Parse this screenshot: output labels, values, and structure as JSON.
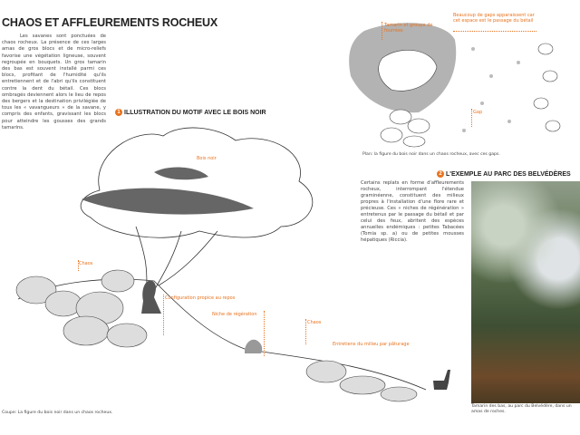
{
  "title": "CHAOS ET AFFLEUREMENTS ROCHEUX",
  "intro": "Les savanes sont ponctuées de chaos rocheux. La présence de ces larges amas de gros blocs et de micro-reliefs favorise une végétation ligneuse, souvent regroupée en bouquets. Un gros tamarin des bas est souvent installé parmi ces blocs, profitant de l'humidité qu'ils entretiennent et de l'abri qu'ils constituent contre la dent du bétail. Ces blocs ombragés deviennent alors le lieu de repos des bergers et la destination privilégiée de tous les « vavangueurs » de la savane, y compris des enfants, gravissant les blocs pour atteindre les gousses des grands tamarins.",
  "section1": {
    "number": "1",
    "title": "ILLUSTRATION DU MOTIF AVEC LE BOIS NOIR"
  },
  "section2": {
    "number": "2",
    "title": "L'EXEMPLE AU PARC DES BELVÉDÈRES"
  },
  "section_labels": {
    "bois_noir": "Bois noir",
    "chaos": "Chaos",
    "repos": "Configuration propice au repos",
    "niche": "Niche de régération",
    "chaos2": "Chaos",
    "entretien": "Entretiens du milieu par pâturage"
  },
  "plan_labels": {
    "tamarin": "Tamarin et groupe de fourrées",
    "gaps_note": "Beaucoup de gaps apparaissent car cet espace est le passage du bétail",
    "gap": "Gap"
  },
  "plan_caption": "Plan: la figure du bois noir dans un chaos rocheux, avec ces gaps.",
  "para2": "Certains replats en forme d'affleurements rocheux, interrompant l'étendue graminéenne, constituent des milieux propres à l'installation d'une flore rare et précieuse. Ces « niches de régénération » entretenus par le passage du bétail et par celui des feux, abritent des espèces annuelles endémiques : petites Tabacées (Tomia sp. a) ou de petites mousses hépatiques (Riccia).",
  "section_caption": "Coupe: La figure du bois noir dans un chaos rocheux.",
  "photo_caption": "Tamarin des bas, au parc du Belvédère, dans un amas de roches.",
  "accent": "#e8731f"
}
